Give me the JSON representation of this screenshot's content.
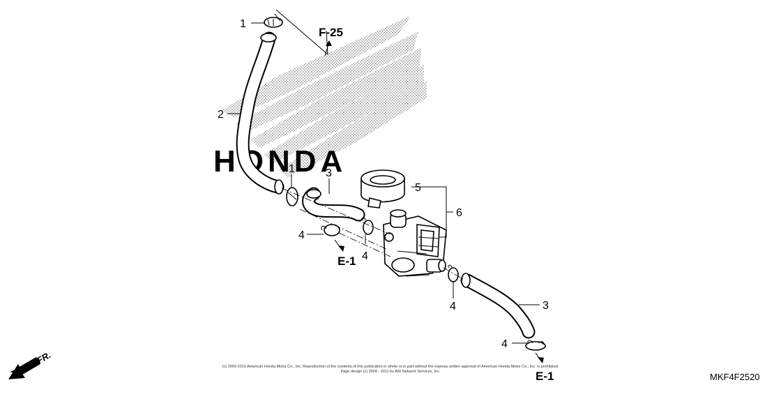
{
  "diagram": {
    "watermark_text": "HONDA",
    "callouts": [
      "1",
      "2",
      "1",
      "3",
      "5",
      "6",
      "4",
      "4",
      "4",
      "3",
      "4"
    ],
    "references": {
      "top": "F-25",
      "left": "E-1",
      "bottom": "E-1"
    },
    "front_label": "FR.",
    "part_code": "MKF4F2520",
    "copyright": {
      "line1": "(c) 2003-2013 American Honda Motor Co., Inc. Reproduction of the contents of this publication in whole or in part without the express written approval of American Honda Motor Co., Inc. is prohibited.",
      "line2": "Page design (c) 2004 - 2011 by ARI Network Services, Inc."
    }
  },
  "colors": {
    "line": "#000000",
    "watermark": "#bdbdbd",
    "background": "#ffffff"
  }
}
